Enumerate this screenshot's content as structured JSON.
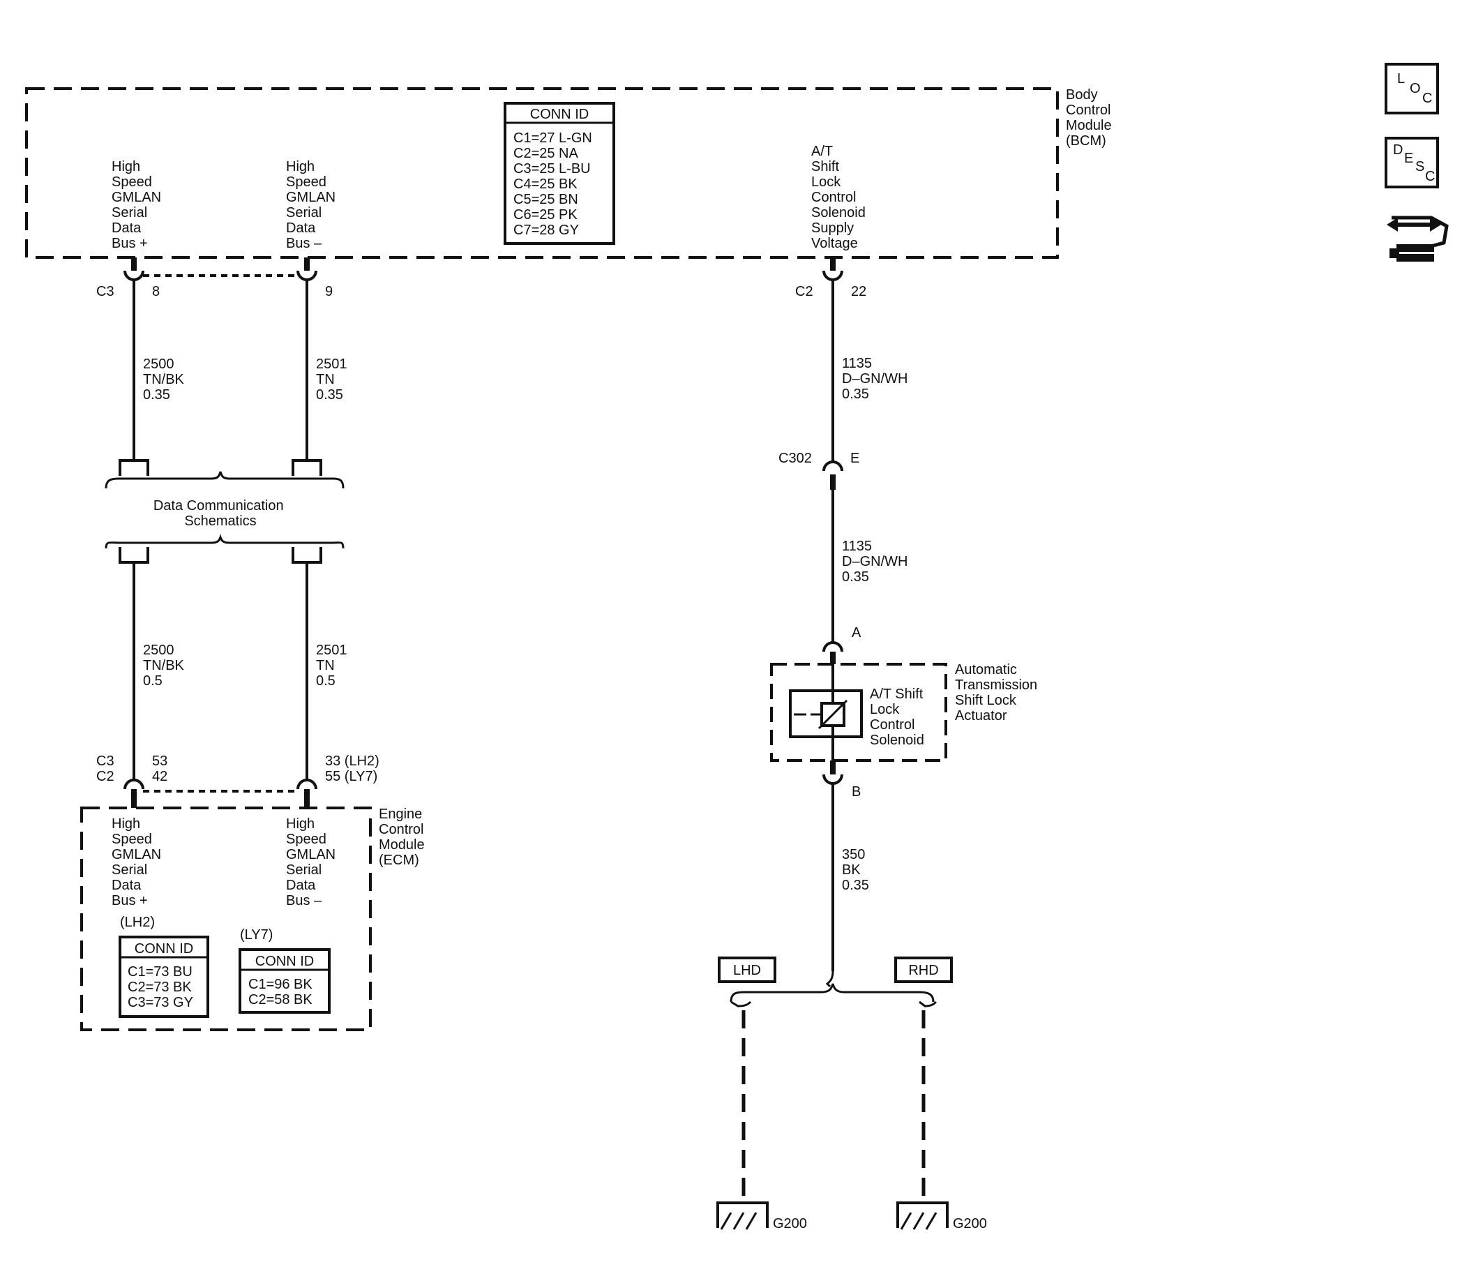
{
  "bcm": {
    "name_lines": [
      "Body",
      "Control",
      "Module",
      "(BCM)"
    ],
    "conn_id": {
      "title": "CONN ID",
      "rows": [
        "C1=27 L-GN",
        "C2=25 NA",
        "C3=25 L-BU",
        "C4=25 BK",
        "C5=25 BN",
        "C6=25 PK",
        "C7=28 GY"
      ]
    },
    "pin_plus_label": [
      "High",
      "Speed",
      "GMLAN",
      "Serial",
      "Data",
      "Bus +"
    ],
    "pin_minus_label": [
      "High",
      "Speed",
      "GMLAN",
      "Serial",
      "Data",
      "Bus –"
    ],
    "pin_atsl_label": [
      "A/T",
      "Shift",
      "Lock",
      "Control",
      "Solenoid",
      "Supply",
      "Voltage"
    ]
  },
  "ecm": {
    "name_lines": [
      "Engine",
      "Control",
      "Module",
      "(ECM)"
    ],
    "pin_plus_label": [
      "High",
      "Speed",
      "GMLAN",
      "Serial",
      "Data",
      "Bus +"
    ],
    "pin_minus_label": [
      "High",
      "Speed",
      "GMLAN",
      "Serial",
      "Data",
      "Bus –"
    ],
    "lh2": {
      "tag": "(LH2)",
      "title": "CONN ID",
      "rows": [
        "C1=73 BU",
        "C2=73 BK",
        "C3=73 GY"
      ]
    },
    "ly7": {
      "tag": "(LY7)",
      "title": "CONN ID",
      "rows": [
        "C1=96 BK",
        "C2=58 BK"
      ]
    }
  },
  "connectors": {
    "bcm_c3": "C3",
    "bcm_c3_pin_plus": "8",
    "bcm_c3_pin_minus": "9",
    "bcm_c2": "C2",
    "bcm_c2_pin": "22",
    "c302": "C302",
    "c302_pin": "E",
    "actuator_pin_a": "A",
    "actuator_pin_b": "B",
    "ecm_conn_lines": [
      "C3",
      "C2"
    ],
    "ecm_pin_plus_lines": [
      "53",
      "42"
    ],
    "ecm_pin_minus_lines": [
      "33 (LH2)",
      "55 (LY7)"
    ]
  },
  "wires": {
    "w2500_upper": [
      "2500",
      "TN/BK",
      "0.35"
    ],
    "w2501_upper": [
      "2501",
      "TN",
      "0.35"
    ],
    "w2500_lower": [
      "2500",
      "TN/BK",
      "0.5"
    ],
    "w2501_lower": [
      "2501",
      "TN",
      "0.5"
    ],
    "w1135_upper": [
      "1135",
      "D–GN/WH",
      "0.35"
    ],
    "w1135_lower": [
      "1135",
      "D–GN/WH",
      "0.35"
    ],
    "w350": [
      "350",
      "BK",
      "0.35"
    ]
  },
  "data_comm": [
    "Data Communication",
    "Schematics"
  ],
  "actuator": {
    "name_lines": [
      "Automatic",
      "Transmission",
      "Shift Lock",
      "Actuator"
    ],
    "solenoid_lines": [
      "A/T Shift",
      "Lock",
      "Control",
      "Solenoid"
    ]
  },
  "ground": {
    "lhd": "LHD",
    "rhd": "RHD",
    "g_left": "G200",
    "g_right": "G200"
  },
  "side_icons": [
    {
      "name": "loc-icon",
      "letters": [
        "L",
        "O",
        "C"
      ]
    },
    {
      "name": "desc-icon",
      "letters": [
        "D",
        "E",
        "S",
        "C"
      ]
    },
    {
      "name": "connector-tool-icon"
    }
  ]
}
